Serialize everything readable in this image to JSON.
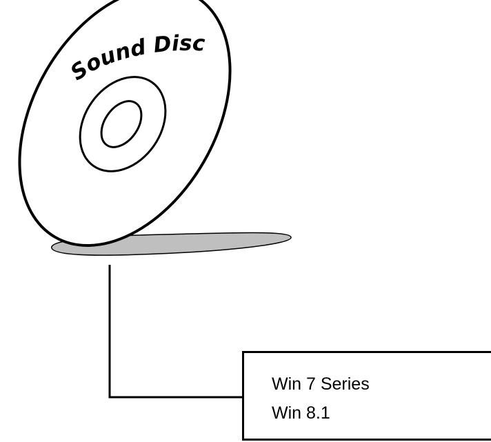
{
  "disc": {
    "label": "Sound Disc"
  },
  "os_box": {
    "items": [
      "Win 7 Series",
      "Win 8.1"
    ]
  },
  "colors": {
    "stroke": "#000000",
    "disc_fill": "#ffffff",
    "shadow_fill": "#bfbfbf",
    "background": "#ffffff"
  }
}
